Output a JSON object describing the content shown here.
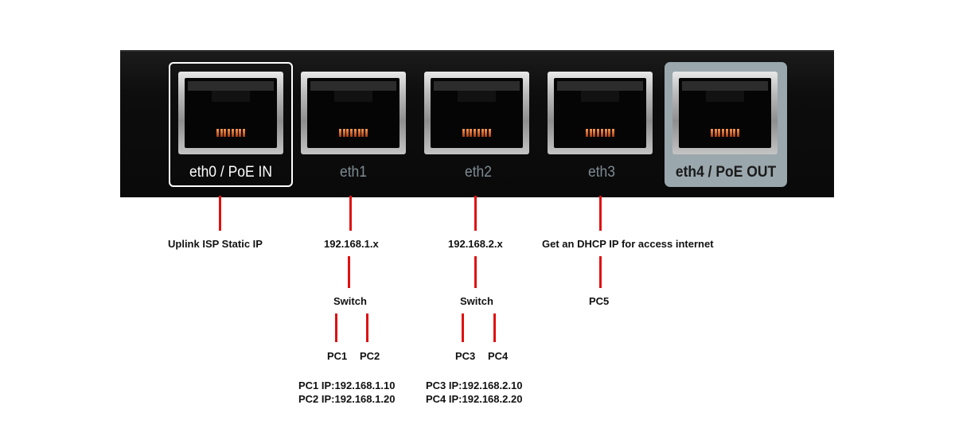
{
  "ports": [
    {
      "id": "eth0",
      "label": "eth0 / PoE IN"
    },
    {
      "id": "eth1",
      "label": "eth1"
    },
    {
      "id": "eth2",
      "label": "eth2"
    },
    {
      "id": "eth3",
      "label": "eth3"
    },
    {
      "id": "eth4",
      "label": "eth4 / PoE OUT"
    }
  ],
  "eth0": {
    "note": "Uplink ISP Static IP"
  },
  "eth1": {
    "subnet": "192.168.1.x",
    "switch": "Switch",
    "pc_a": "PC1",
    "pc_b": "PC2",
    "ip_a": "PC1 IP:192.168.1.10",
    "ip_b": "PC2 IP:192.168.1.20"
  },
  "eth2": {
    "subnet": "192.168.2.x",
    "switch": "Switch",
    "pc_a": "PC3",
    "pc_b": "PC4",
    "ip_a": "PC3 IP:192.168.2.10",
    "ip_b": "PC4 IP:192.168.2.20"
  },
  "eth3": {
    "note": "Get an DHCP IP for access internet",
    "pc": "PC5"
  },
  "colors": {
    "connector": "#e01010",
    "panel": "#0d0d0d",
    "poe_out_frame": "#9aa7ad"
  }
}
